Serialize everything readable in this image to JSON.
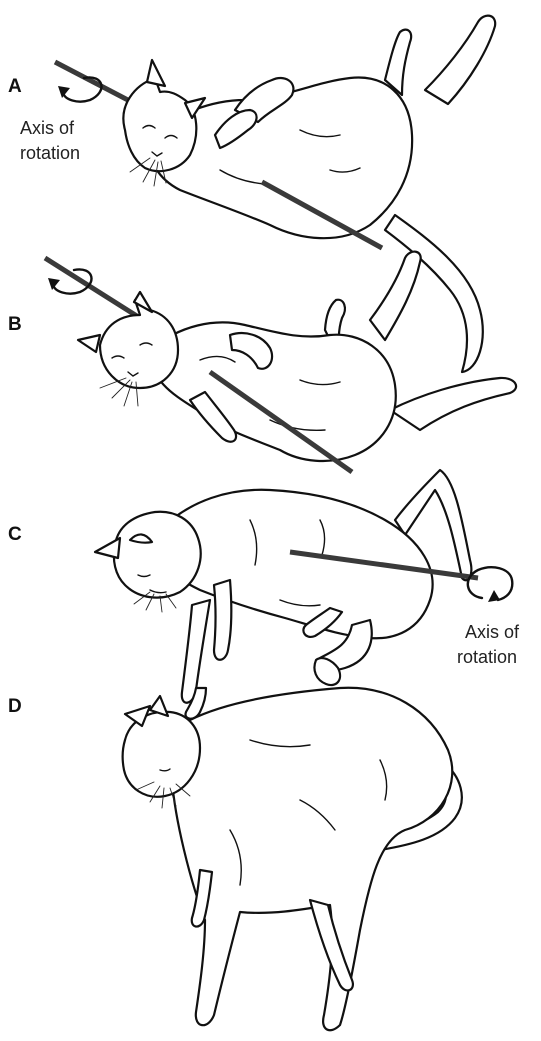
{
  "labels": {
    "panel_a": "A",
    "panel_b": "B",
    "panel_c": "C",
    "panel_d": "D"
  },
  "axis_label_top": {
    "line1": "Axis of",
    "line2": "rotation"
  },
  "axis_label_bottom": {
    "line1": "Axis of",
    "line2": "rotation"
  },
  "colors": {
    "axis_line": "#3a3a3a",
    "outline": "#111111",
    "background": "#ffffff"
  }
}
